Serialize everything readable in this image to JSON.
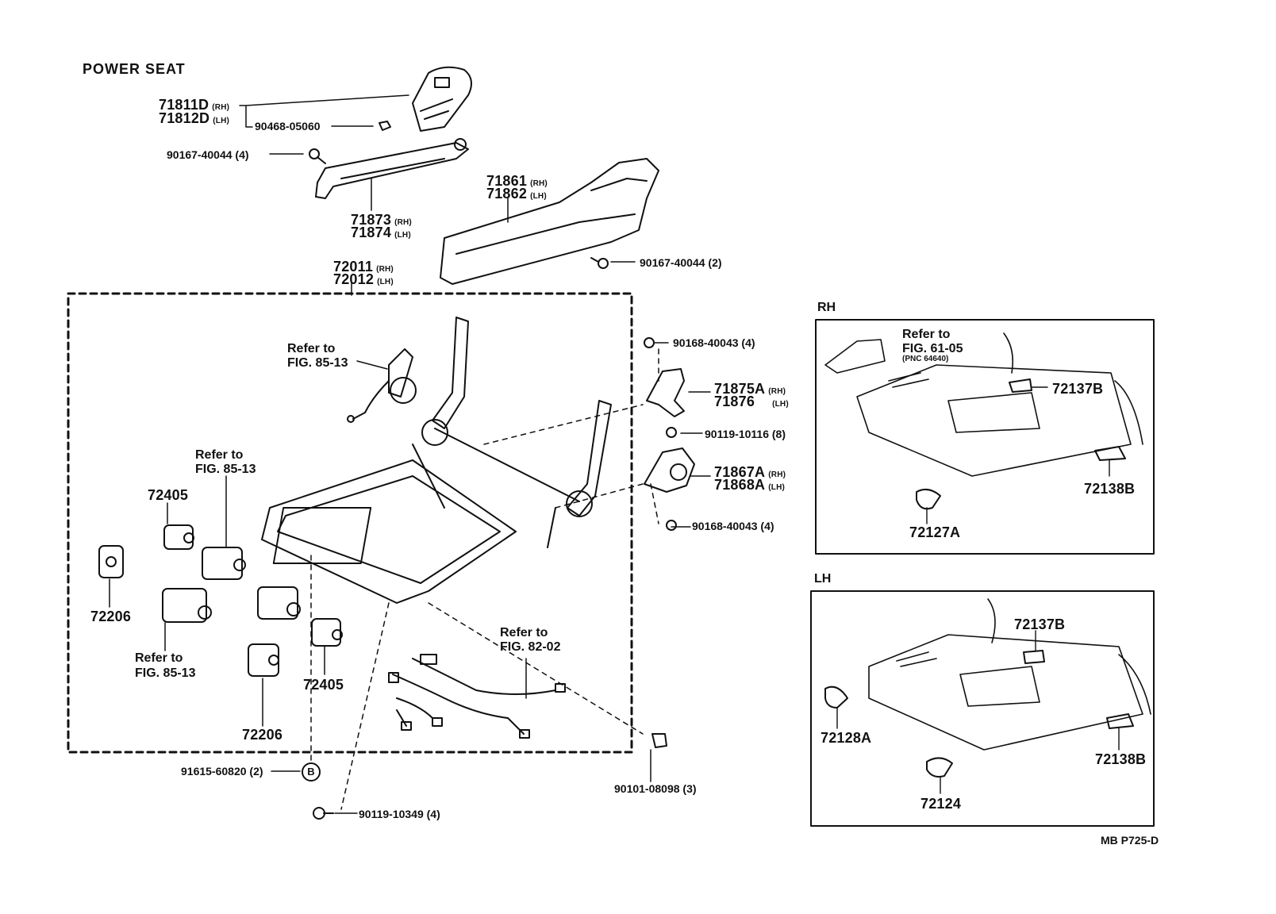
{
  "title": "POWER SEAT",
  "sections": {
    "rh": "RH",
    "lh": "LH"
  },
  "callouts": {
    "c71811": {
      "line1": "71811D",
      "tag1": "(RH)",
      "line2": "71812D",
      "tag2": "(LH)"
    },
    "c90468": "90468-05060",
    "c90167a": "90167-40044 (4)",
    "c71873": {
      "line1": "71873",
      "tag1": "(RH)",
      "line2": "71874",
      "tag2": "(LH)"
    },
    "c71861": {
      "line1": "71861",
      "tag1": "(RH)",
      "line2": "71862",
      "tag2": "(LH)"
    },
    "c90167b": "90167-40044 (2)",
    "c72011": {
      "line1": "72011",
      "tag1": "(RH)",
      "line2": "72012",
      "tag2": "(LH)"
    },
    "c90168a": "90168-40043 (4)",
    "c71875": {
      "line1": "71875A",
      "tag1": "(RH)",
      "line2": "71876",
      "tag2": "(LH)"
    },
    "c90119a": "90119-10116 (8)",
    "c71867": {
      "line1": "71867A",
      "tag1": "(RH)",
      "line2": "71868A",
      "tag2": "(LH)"
    },
    "c90168b": "90168-40043 (4)",
    "c72405a": "72405",
    "c72405b": "72405",
    "c72206a": "72206",
    "c72206b": "72206",
    "c91615": "91615-60820 (2)",
    "badgeB": "B",
    "c90119b": "90119-10349 (4)",
    "c90101": "90101-08098 (3)",
    "rh72137B": "72137B",
    "rh72138B": "72138B",
    "rh72127A": "72127A",
    "rhRefNote": "(PNC 64640)",
    "lh72137B": "72137B",
    "lh72138B": "72138B",
    "lh72128A": "72128A",
    "lh72124": "72124",
    "footer": "MB P725-D"
  },
  "refs": {
    "motor": {
      "line1": "Refer to",
      "line2": "FIG. 85-13"
    },
    "left1": {
      "line1": "Refer to",
      "line2": "FIG. 85-13"
    },
    "left2": {
      "line1": "Refer to",
      "line2": "FIG. 85-13"
    },
    "harness": {
      "line1": "Refer to",
      "line2": "FIG. 82-02"
    },
    "rh": {
      "line1": "Refer to",
      "line2": "FIG. 61-05"
    }
  }
}
